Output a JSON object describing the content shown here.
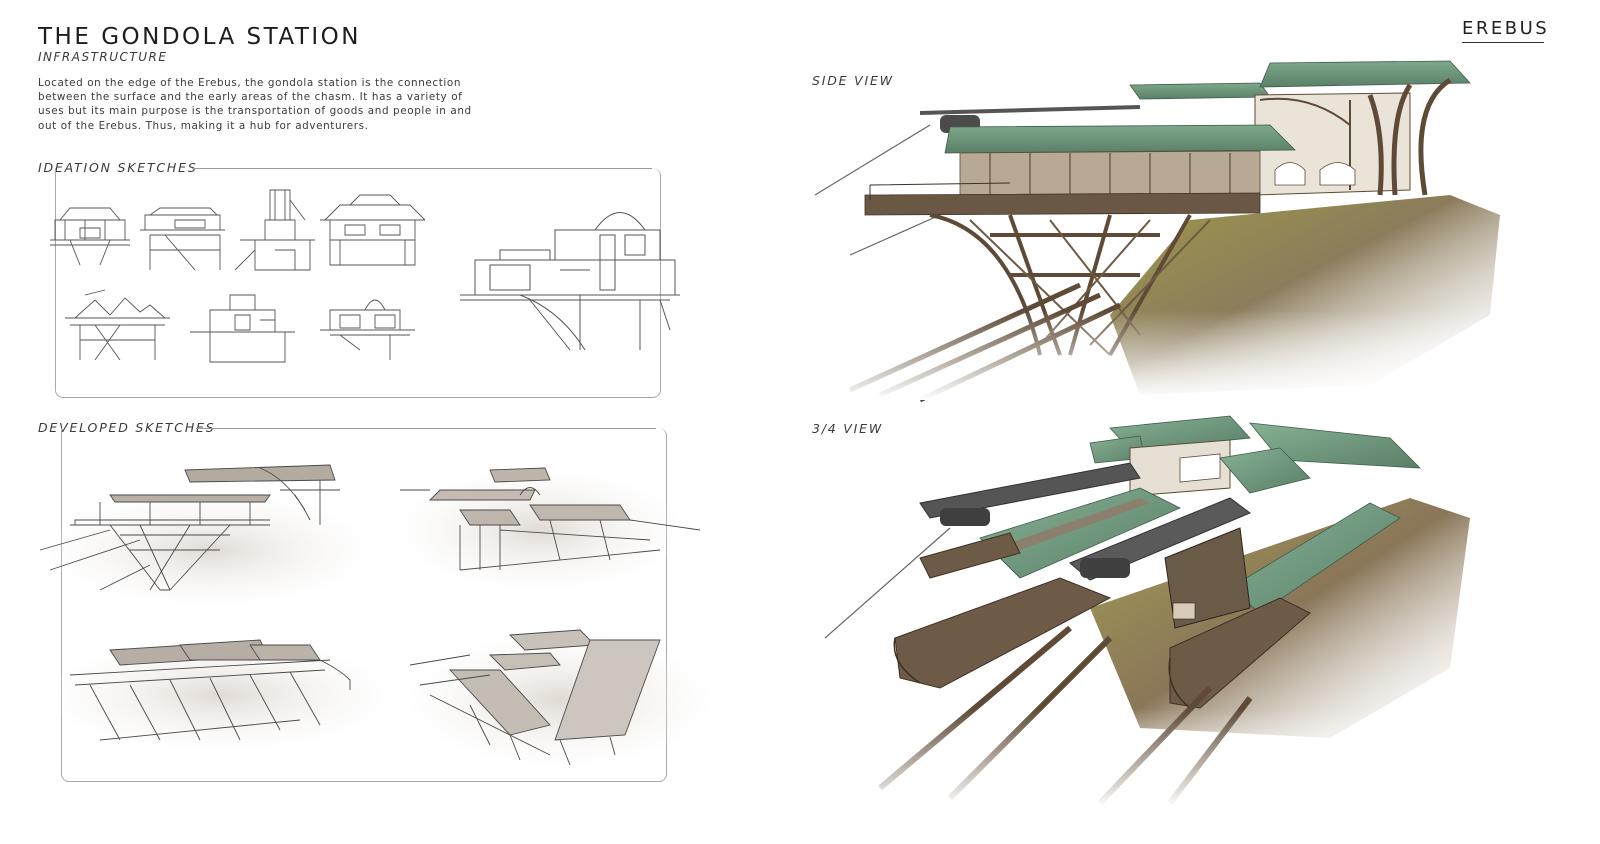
{
  "header": {
    "title": "THE GONDOLA STATION",
    "subtitle": "INFRASTRUCTURE",
    "description": "Located on the edge of the Erebus, the gondola station is the connection between the surface and the early areas of the chasm. It has a variety of uses but its main purpose is the transportation of goods and people in and out of the Erebus. Thus, making it a hub for adventurers."
  },
  "brand": {
    "name": "EREBUS"
  },
  "sections": {
    "ideation": "IDEATION SKETCHES",
    "developed": "DEVELOPED SKETCHES",
    "side_view": "SIDE VIEW",
    "three_quarter_view": "3/4 VIEW"
  },
  "colors": {
    "roof_green": "#6f9a7c",
    "roof_dark": "#4f7560",
    "timber": "#5e4a36",
    "rock_moss": "#a9a24a",
    "rock": "#8a7a5e",
    "sketch_line": "#5a5a5a"
  }
}
